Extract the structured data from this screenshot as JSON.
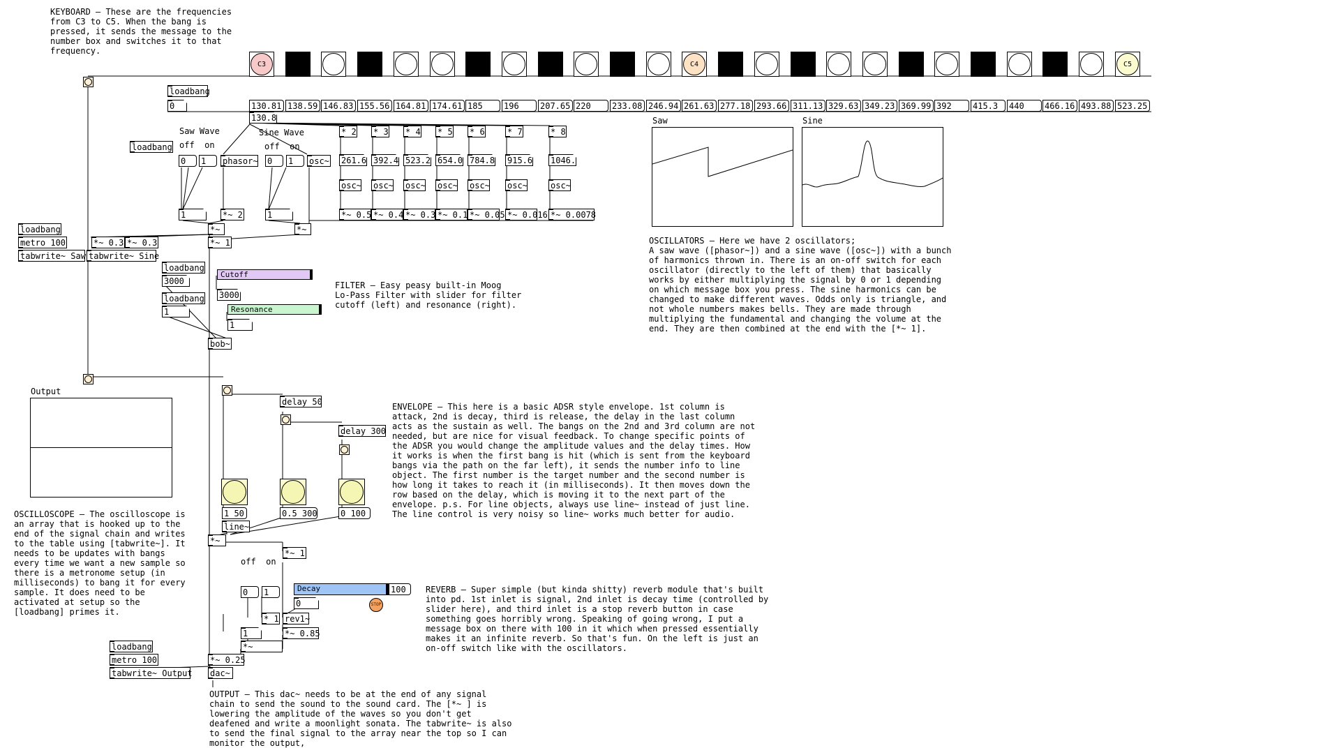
{
  "comments": {
    "keyboard": "KEYBOARD – These are the frequencies\nfrom C3 to C5. When the bang is\npressed, it sends the message to the\nnumber box and switches it to that\nfrequency.",
    "saw_wave": "Saw Wave",
    "sine_wave": "Sine Wave",
    "saw_offon": "off  on",
    "sine_offon": "off  on",
    "filter": "FILTER – Easy peasy built-in Moog\nLo-Pass Filter with slider for filter\ncutoff (left) and resonance (right).",
    "oscillators": "OSCILLATORS – Here we have 2 oscillators;\nA saw wave ([phasor~]) and a sine wave ([osc~]) with a bunch\nof harmonics thrown in. There is an on-off switch for each\noscillator (directly to the left of them) that basically\nworks by either multiplying the signal by 0 or 1 depending\non which message box you press. The sine harmonics can be\nchanged to make different waves. Odds only is triangle, and\nnot whole numbers makes bells. They are made through\nmultiplying the fundamental and changing the volume at the\nend. They are then combined at the end with the [*~ 1].",
    "envelope": "ENVELOPE – This here is a basic ADSR style envelope. 1st column is\nattack, 2nd is decay, third is release, the delay in the last column\nacts as the sustain as well. The bangs on the 2nd and 3rd column are not\nneeded, but are nice for visual feedback. To change specific points of\nthe ADSR you would change the amplitude values and the delay times. How\nit works is when the first bang is hit (which is sent from the keyboard\nbangs via the path on the far left), it sends the number info to line\nobject. The first number is the target number and the second number is\nhow long it takes to reach it (in milliseconds). It then moves down the\nrow based on the delay, which is moving it to the next part of the\nenvelope. p.s. For line objects, always use line~ instead of just line.\nThe line control is very noisy so line~ works much better for audio.",
    "oscilloscope": "OSCILLOSCOPE – The oscilloscope is\nan array that is hooked up to the\nend of the signal chain and writes\nto the table using [tabwrite~]. It\nneeds to be updates with bangs\nevery time we want a new sample so\nthere is a metronome setup (in\nmilliseconds) to bang it for every\nsample. It does need to be\nactivated at setup so the\n[loadbang] primes it.",
    "reverb_offon": "off  on",
    "reverb": "REVERB – Super simple (but kinda shitty) reverb module that's built\ninto pd. 1st inlet is signal, 2nd inlet is decay time (controlled by\nslider here), and third inlet is a stop reverb button in case\nsomething goes horribly wrong. Speaking of going wrong, I put a\nmessage box on there with 100 in it which when pressed essentially\nmakes it an infinite reverb. So that's fun. On the left is just an\non-off switch like with the oscillators.",
    "output": "OUTPUT – This dac~ needs to be at the end of any signal\nchain to send the sound to the sound card. The [*~ ] is\nlowering the amplitude of the waves so you don't get\ndeafened and write a moonlight sonata. The tabwrite~ is also\nto send the final signal to the array near the top so I can\nmonitor the output,"
  },
  "keyboard": {
    "keys": [
      {
        "kind": "white",
        "label": "C3",
        "color": "#f8c9c9"
      },
      {
        "kind": "black",
        "label": ""
      },
      {
        "kind": "white",
        "label": ""
      },
      {
        "kind": "black",
        "label": ""
      },
      {
        "kind": "white",
        "label": ""
      },
      {
        "kind": "white",
        "label": ""
      },
      {
        "kind": "black",
        "label": ""
      },
      {
        "kind": "white",
        "label": ""
      },
      {
        "kind": "black",
        "label": ""
      },
      {
        "kind": "white",
        "label": ""
      },
      {
        "kind": "black",
        "label": ""
      },
      {
        "kind": "white",
        "label": ""
      },
      {
        "kind": "white",
        "label": "C4",
        "color": "#fde3c4"
      },
      {
        "kind": "black",
        "label": ""
      },
      {
        "kind": "white",
        "label": ""
      },
      {
        "kind": "black",
        "label": ""
      },
      {
        "kind": "white",
        "label": ""
      },
      {
        "kind": "white",
        "label": ""
      },
      {
        "kind": "black",
        "label": ""
      },
      {
        "kind": "white",
        "label": ""
      },
      {
        "kind": "black",
        "label": ""
      },
      {
        "kind": "white",
        "label": ""
      },
      {
        "kind": "black",
        "label": ""
      },
      {
        "kind": "white",
        "label": ""
      },
      {
        "kind": "white",
        "label": "C5",
        "color": "#fbfbcf"
      }
    ],
    "freqs": [
      "130.81",
      "138.59",
      "146.83",
      "155.56",
      "164.81",
      "174.61",
      "185",
      "196",
      "207.65",
      "220",
      "233.08",
      "246.94",
      "261.63",
      "277.18",
      "293.66",
      "311.13",
      "329.63",
      "349.23",
      "369.99",
      "392",
      "415.3",
      "440",
      "466.16",
      "493.88",
      "523.25"
    ],
    "freq_display": "130.8"
  },
  "objects": {
    "loadbang": "loadbang",
    "metro": "metro 100",
    "tabwrite_saw": "tabwrite~ Saw",
    "tabwrite_sine": "tabwrite~ Sine",
    "tabwrite_out": "tabwrite~ Output",
    "phasor": "phasor~",
    "osc": "osc~",
    "mul_sig": "*~",
    "mul_sig_1": "*~ 1",
    "mul_sig_2": "*~ 2",
    "mul_sig_03a": "*~ 0.3",
    "mul_sig_03b": "*~ 0.3",
    "bob": "bob~",
    "delay50": "delay 50",
    "delay300": "delay 300",
    "line": "line~",
    "rev": "rev1~",
    "mul_085": "*~ 0.85",
    "mul_025": "*~ 0.25",
    "mul_1": "* 1",
    "mul_1b": "* 1",
    "dac": "dac~"
  },
  "harmonics": {
    "mults": [
      "* 2",
      "* 3",
      "* 4",
      "* 5",
      "* 6",
      "* 7",
      "* 8"
    ],
    "values": [
      "261.6",
      "392.4",
      "523.2",
      "654.0",
      "784.8",
      "915.6",
      "1046."
    ],
    "gains": [
      "*~ 0.5",
      "*~ 0.4",
      "*~ 0.3",
      "*~ 0.1",
      "*~ 0.05",
      "*~ 0.016",
      "*~ 0.0078"
    ]
  },
  "messages": {
    "zero": "0",
    "one": "1",
    "env_attack": "1 50",
    "env_decay": "0.5 300",
    "env_release": "0 100",
    "rev_100": "100"
  },
  "numbers": {
    "cutoff": "3000",
    "res_init": "1",
    "cutoff_num": "3000",
    "res_num": "1",
    "zero": "0",
    "one": "1",
    "decay_num": "0"
  },
  "sliders": {
    "cutoff_label": "Cutoff",
    "resonance_label": "Resonance",
    "decay_label": "Decay",
    "cutoff_color": "#e2c9f5",
    "resonance_color": "#c9f5cf",
    "decay_color": "#9ec5f5"
  },
  "arrays": {
    "saw_label": "Saw",
    "sine_label": "Sine",
    "output_label": "Output"
  },
  "stop_label": "STOP"
}
